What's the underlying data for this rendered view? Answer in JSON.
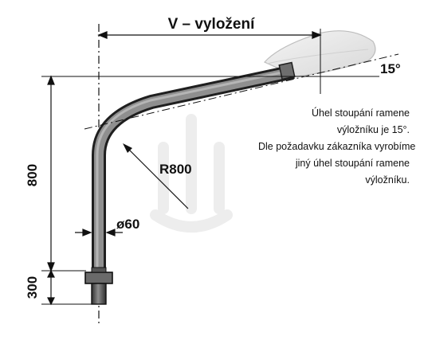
{
  "diagram": {
    "dimension_top": "V – vyložení",
    "angle": "15°",
    "radius": "R800",
    "diameter": "ø60",
    "height_main": "800",
    "height_base": "300",
    "note_lines": [
      "Úhel stoupání ramene",
      "výložníku je 15°.",
      "Dle požadavku zákazníka vyrobíme",
      "jiný úhel stoupání ramene",
      "výložníku."
    ]
  },
  "colors": {
    "pipe_dark": "#3a3a3a",
    "pipe_light": "#9a9a9a",
    "line": "#111111",
    "watermark": "#ececec"
  }
}
